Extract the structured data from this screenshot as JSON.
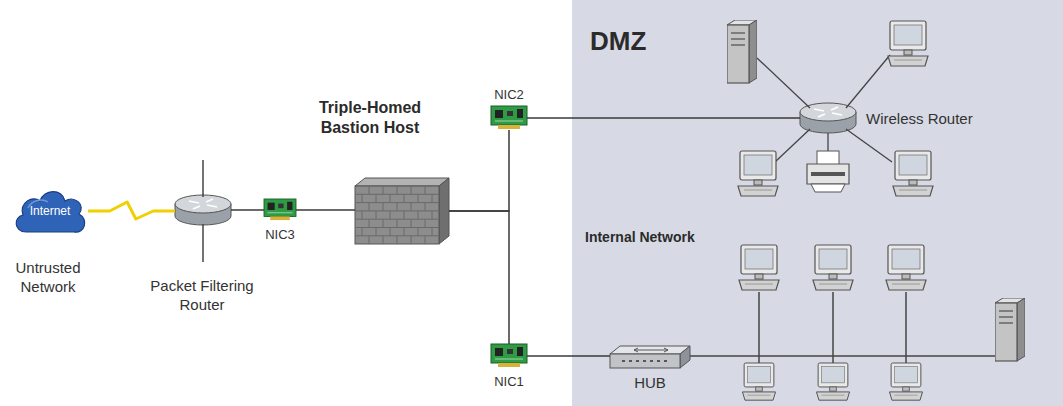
{
  "diagram": {
    "nodes": [
      {
        "text": [
          "DMZ"
        ]
      },
      {
        "text": [
          "Internet",
          "Untrusted Network"
        ]
      },
      {
        "text": [
          "Packet Filtering Router"
        ]
      },
      {
        "text": [
          "NIC3"
        ]
      },
      {
        "text": [
          "Triple-Homed Bastion Host"
        ]
      },
      {
        "text": [
          "NIC2"
        ]
      },
      {
        "text": [
          "NIC1"
        ]
      },
      {
        "text": [
          "Wireless Router"
        ],
        "in": 0
      },
      {
        "text": [
          "HUB"
        ],
        "in": 0
      }
    ],
    "edges": [
      {
        "from": 1,
        "to": 2,
        "arrow": "none"
      },
      {
        "from": 2,
        "to": 3,
        "arrow": "none"
      },
      {
        "from": 3,
        "to": 4,
        "arrow": "none"
      },
      {
        "from": 4,
        "to": 5,
        "arrow": "none"
      },
      {
        "from": 4,
        "to": 6,
        "arrow": "none"
      },
      {
        "from": 5,
        "to": 7,
        "arrow": "none"
      },
      {
        "from": 6,
        "to": 8,
        "arrow": "none"
      }
    ],
    "labels": [
      "Internal Network"
    ]
  }
}
